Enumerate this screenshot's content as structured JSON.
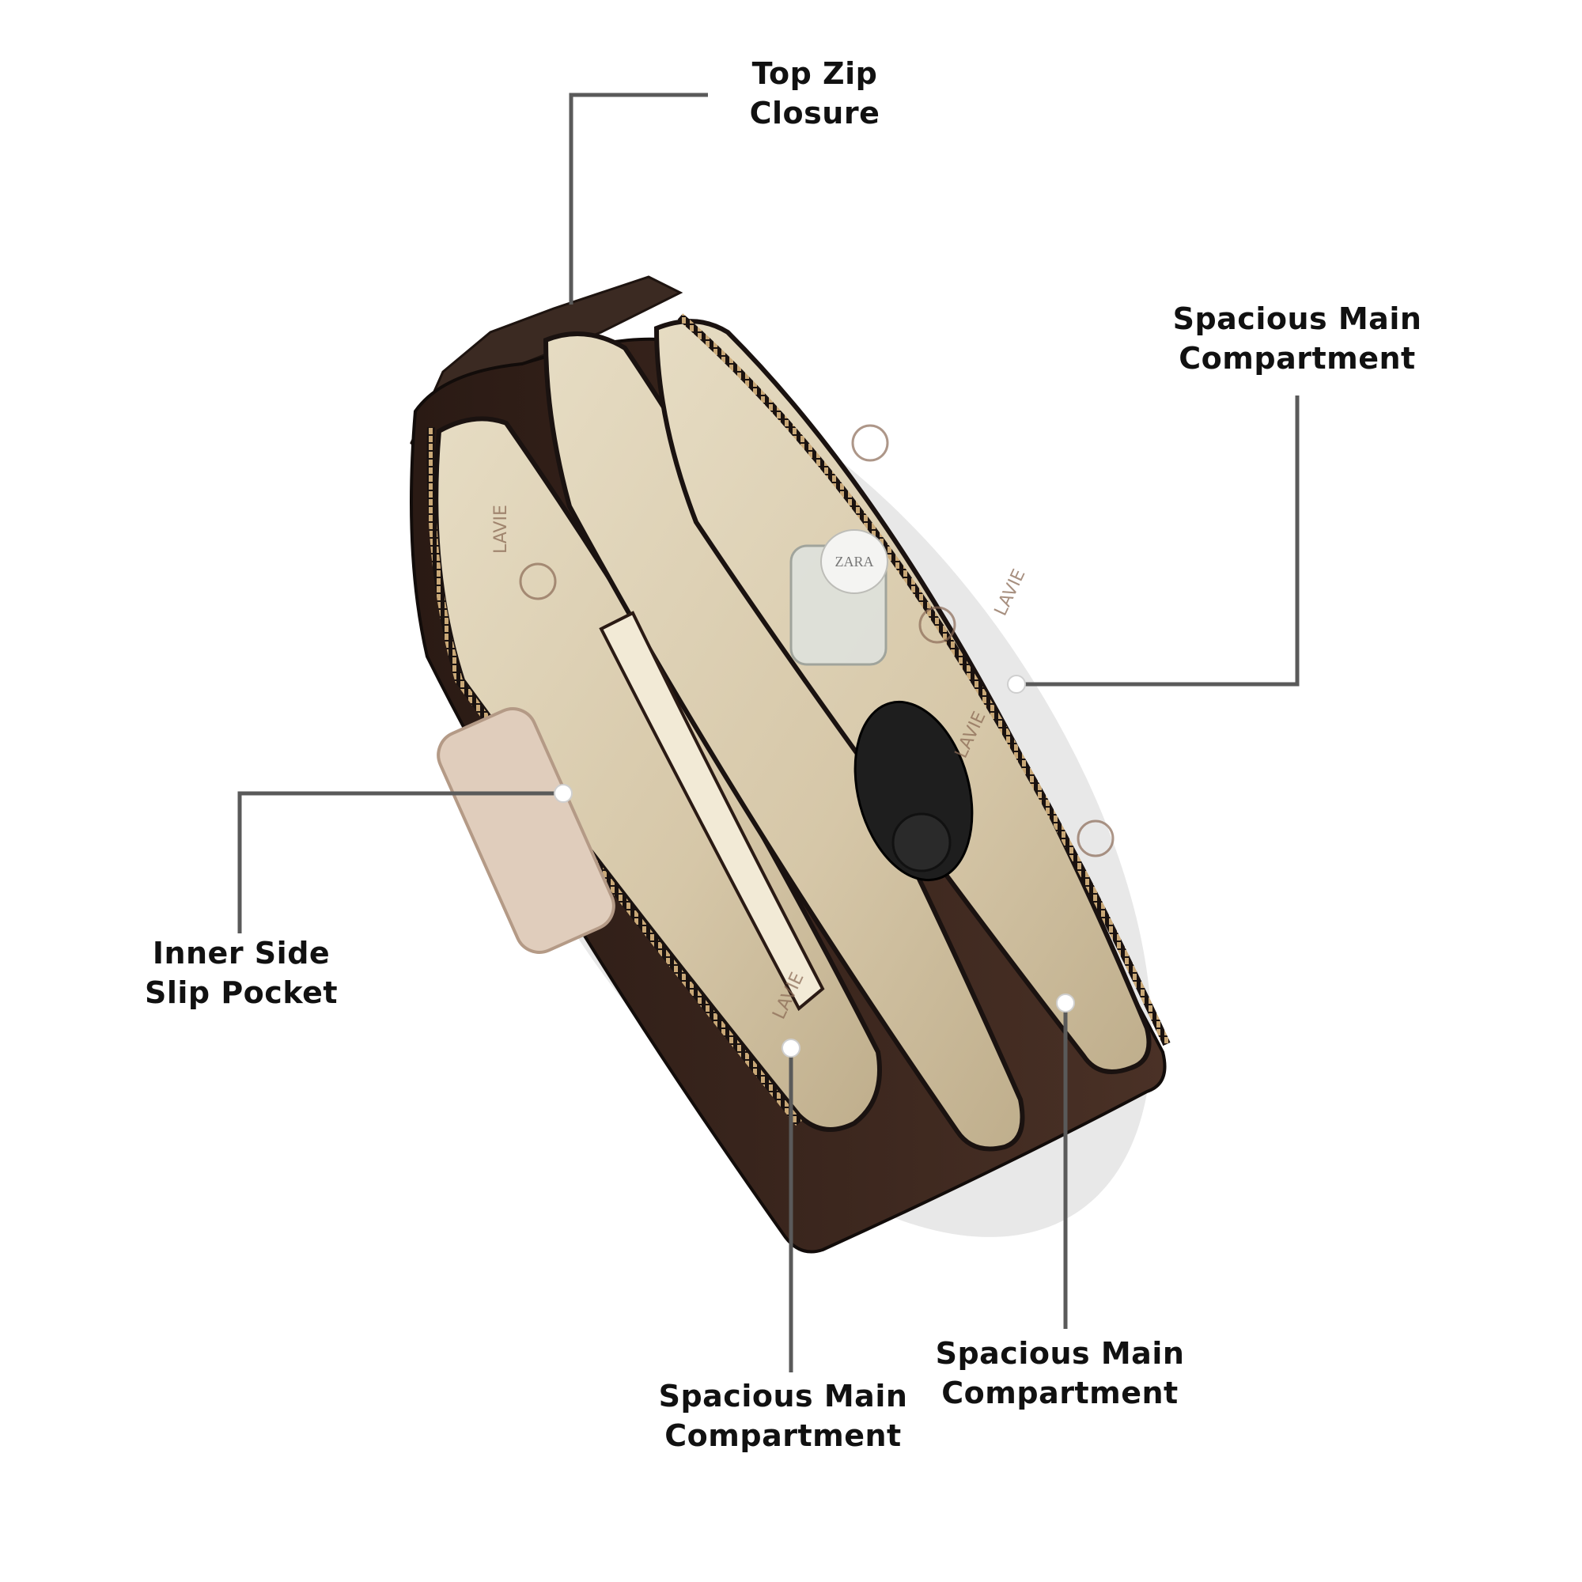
{
  "callouts": [
    {
      "id": "top-zip",
      "lines": [
        "Top Zip",
        "Closure"
      ]
    },
    {
      "id": "main-right",
      "lines": [
        "Spacious Main",
        "Compartment"
      ]
    },
    {
      "id": "side-pocket",
      "lines": [
        "Inner Side",
        "Slip Pocket"
      ]
    },
    {
      "id": "main-bottom-a",
      "lines": [
        "Spacious Main",
        "Compartment"
      ]
    },
    {
      "id": "main-bottom-b",
      "lines": [
        "Spacious Main",
        "Compartment"
      ]
    }
  ],
  "product": {
    "brand_print": "LAVIE",
    "bottle_cap_text": "ZARA",
    "colors": {
      "lining": "#d9ccb0",
      "outer": "#3a2820",
      "zipper": "#c9a877",
      "pattern": "#8a5a4a",
      "leader_line": "#5a5a5a"
    }
  }
}
